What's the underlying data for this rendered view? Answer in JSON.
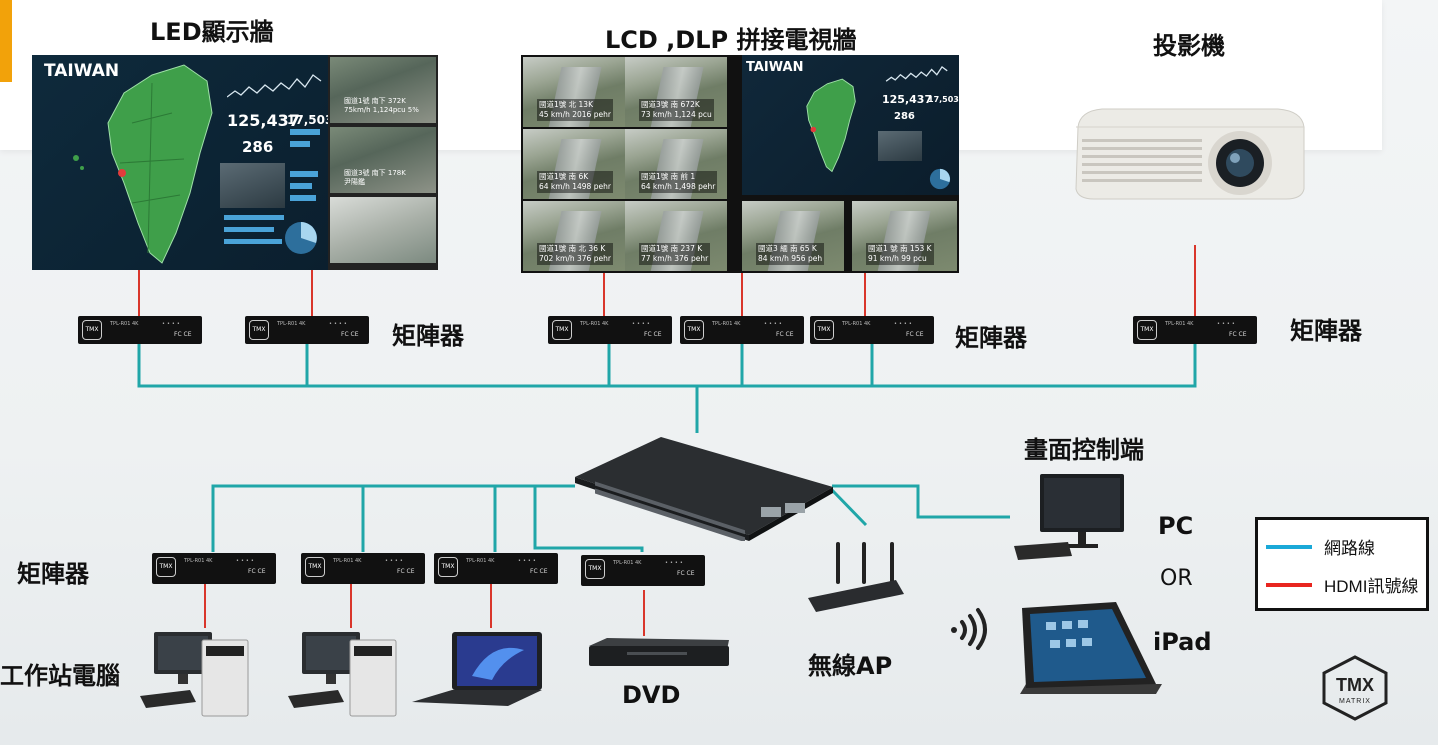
{
  "labels": {
    "led_wall": "LED顯示牆",
    "lcd_wall": "LCD ,DLP 拼接電視牆",
    "projector": "投影機",
    "matrix_1": "矩陣器",
    "matrix_2": "矩陣器",
    "matrix_3": "矩陣器",
    "matrix_4": "矩陣器",
    "control_end": "畫面控制端",
    "pc": "PC",
    "or": "OR",
    "ipad": "iPad",
    "wireless_ap": "無線AP",
    "workstation": "工作站電腦",
    "dvd": "DVD"
  },
  "led_screen": {
    "country": "TAIWAN",
    "stat_big": "125,437",
    "stat_small": "17,503",
    "stat_count": "286",
    "cams": [
      {
        "line1": "國道1號 南下 372K",
        "line2": "75km/h   1,124pcu   5%"
      },
      {
        "line1": "國道3號 南下 178K",
        "line2": "尹陽鑑"
      }
    ]
  },
  "lcd_screen": {
    "country": "TAIWAN",
    "stat_big": "125,437",
    "stat_small": "17,503",
    "stat_count": "286",
    "tiles": [
      {
        "line1": "國道1號 北 13K",
        "line2": "45 km/h   2016 pehr"
      },
      {
        "line1": "國道3號 南 672K",
        "line2": "73 km/h   1,124 pcu"
      },
      {
        "line1": "國道1號 南 6K",
        "line2": "64 km/h   1498 pehr"
      },
      {
        "line1": "國道1號 南 前 1",
        "line2": "64 km/h   1,498 pehr"
      },
      {
        "line1": "國道1號 南 北 36 K",
        "line2": "702 km/h   376 pehr"
      },
      {
        "line1": "國道1號 南 237 K",
        "line2": "77 km/h   376 pehr"
      },
      {
        "line1": "國道3 緬 南 65 K",
        "line2": "84 km/h   956 peh"
      },
      {
        "line1": "國道1 號 南 153 K",
        "line2": "91 km/h   99 pcu"
      }
    ]
  },
  "matrix_device": {
    "logo": "TMX",
    "model": "TPL-R01 4K",
    "ce": "FC CE"
  },
  "legend": {
    "network": {
      "label": "網路線",
      "color": "#1aa9d8"
    },
    "hdmi": {
      "label": "HDMI訊號線",
      "color": "#e8251f"
    }
  },
  "brand": {
    "name": "TMX",
    "sub": "MATRIX"
  },
  "colors": {
    "network_wire": "#20a6a8",
    "hdmi_wire": "#d9362b",
    "accent": "#f2a20a"
  }
}
